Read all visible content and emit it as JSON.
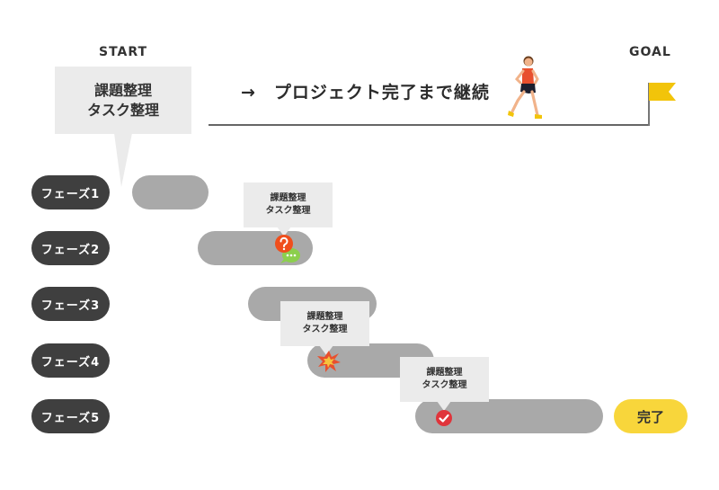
{
  "header": {
    "start_label": "START",
    "goal_label": "GOAL",
    "headline": "→　プロジェクト完了まで継続"
  },
  "callouts": [
    {
      "line1": "課題整理",
      "line2": "タスク整理"
    },
    {
      "line1": "課題整理",
      "line2": "タスク整理"
    },
    {
      "line1": "課題整理",
      "line2": "タスク整理"
    },
    {
      "line1": "課題整理",
      "line2": "タスク整理"
    }
  ],
  "phases": [
    {
      "label": "フェーズ1"
    },
    {
      "label": "フェーズ2"
    },
    {
      "label": "フェーズ3"
    },
    {
      "label": "フェーズ4"
    },
    {
      "label": "フェーズ5"
    }
  ],
  "done_label": "完了",
  "icons": {
    "question": "question-icon",
    "chat": "chat-bubble-icon",
    "burst": "explosion-icon",
    "check": "check-icon",
    "flag": "flag-icon",
    "runner": "runner-icon"
  },
  "colors": {
    "phase_pill": "#3f3f3f",
    "bar": "#a9a9a9",
    "callout": "#ebebeb",
    "done": "#f8d63b",
    "flag": "#f2c40a",
    "question": "#f04e1c",
    "chat": "#8ccf4d",
    "check": "#e0343b"
  }
}
